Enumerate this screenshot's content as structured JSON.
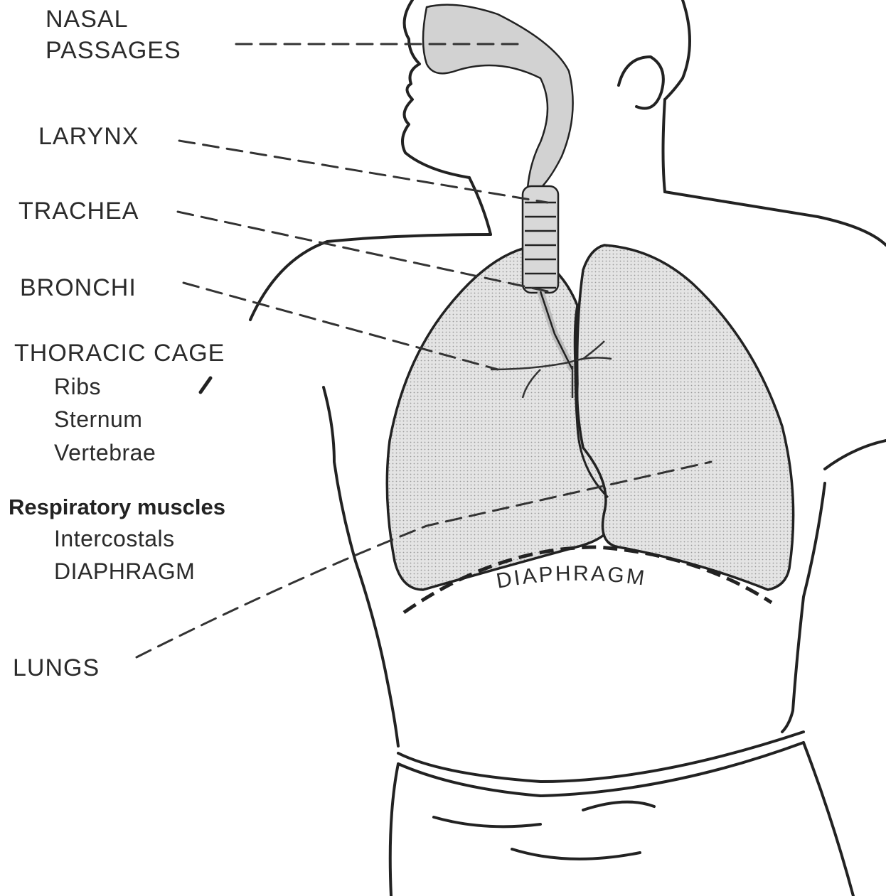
{
  "labels": {
    "nasal_line1": "NASAL",
    "nasal_line2": "PASSAGES",
    "larynx": "LARYNX",
    "trachea": "TRACHEA",
    "bronchi": "BRONCHI",
    "thoracic_cage": "THORACIC CAGE",
    "ribs": "Ribs",
    "sternum": "Sternum",
    "vertebrae": "Vertebrae",
    "respiratory_muscles": "Respiratory muscles",
    "intercostals": "Intercostals",
    "diaphragm": "DIAPHRAGM",
    "lungs": "LUNGS",
    "diaphragm_on_body": "DIAPHRAGM"
  },
  "colors": {
    "ink": "#222222",
    "lung_fill": "#dcdcdc",
    "airway_fill": "#cfcfcf",
    "background": "#ffffff"
  }
}
